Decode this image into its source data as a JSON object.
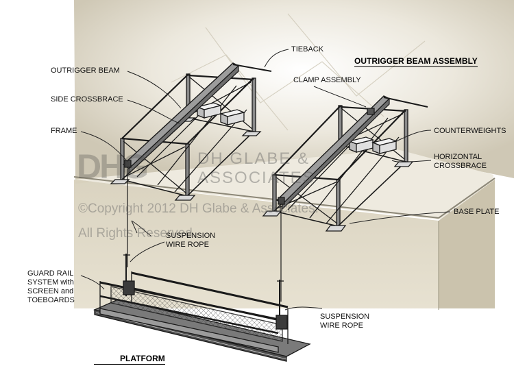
{
  "title": "OUTRIGGER BEAM ASSEMBLY",
  "labels": {
    "tieback": "TIEBACK",
    "outrigger_beam": "OUTRIGGER BEAM",
    "clamp_assembly": "CLAMP ASSEMBLY",
    "side_crossbrace": "SIDE CROSSBRACE",
    "frame": "FRAME",
    "counterweights": "COUNTERWEIGHTS",
    "horizontal_crossbrace": [
      "HORIZONTAL",
      "CROSSBRACE"
    ],
    "base_plate": "BASE PLATE",
    "suspension_wire_rope_1": [
      "SUSPENSION",
      "WIRE ROPE"
    ],
    "guard_rail_system": [
      "GUARD RAIL",
      "SYSTEM with",
      "SCREEN and",
      "TOEBOARDS"
    ],
    "suspension_wire_rope_2": [
      "SUSPENSION",
      "WIRE ROPE"
    ],
    "platform": "PLATFORM"
  },
  "watermark": {
    "logo": "DHG",
    "line1": "DH GLABE &",
    "line2": "ASSOCIATES",
    "copyright": "©Copyright 2012 DH Glabe & Associates.",
    "rights": "All Rights Reserved."
  }
}
